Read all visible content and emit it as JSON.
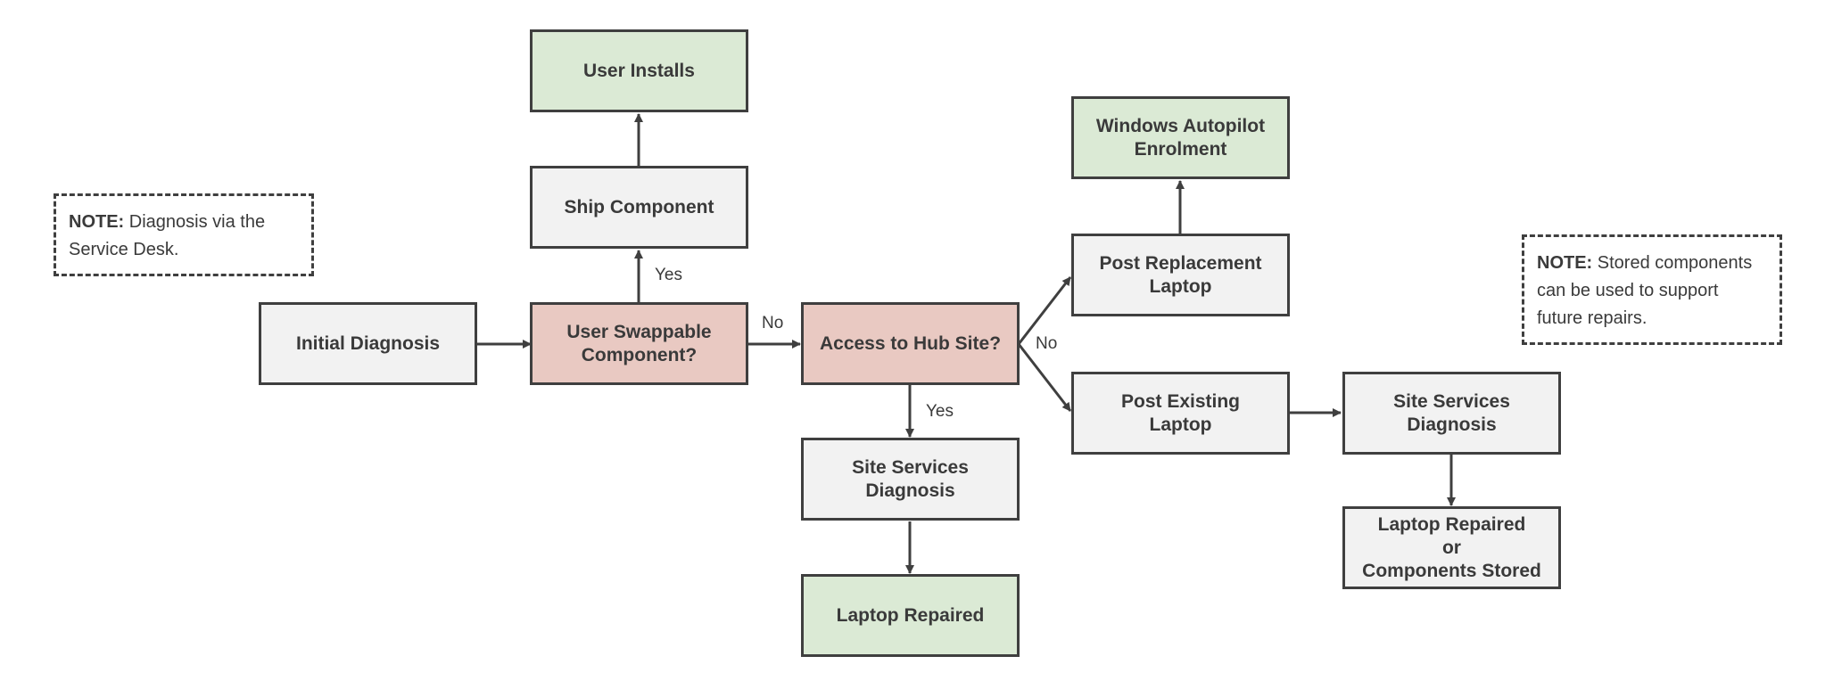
{
  "colors": {
    "stroke": "#3f3f3f",
    "action_fill": "#f2f2f2",
    "decision_fill": "#e9c9c2",
    "outcome_fill": "#dbead5"
  },
  "nodes": {
    "initial_diagnosis": "Initial Diagnosis",
    "user_swappable": "User Swappable\nComponent?",
    "ship_component": "Ship Component",
    "user_installs": "User Installs",
    "access_hub": "Access to Hub Site?",
    "site_services_1": "Site Services\nDiagnosis",
    "laptop_repaired": "Laptop Repaired",
    "post_replacement": "Post Replacement\nLaptop",
    "autopilot": "Windows Autopilot\nEnrolment",
    "post_existing": "Post Existing\nLaptop",
    "site_services_2": "Site Services\nDiagnosis",
    "repaired_or_stored": "Laptop Repaired\nor\nComponents Stored"
  },
  "edge_labels": {
    "swappable_yes": "Yes",
    "swappable_no": "No",
    "hub_yes": "Yes",
    "hub_no": "No"
  },
  "notes": {
    "left": {
      "prefix": "NOTE:",
      "text": " Diagnosis via the Service Desk."
    },
    "right": {
      "prefix": "NOTE:",
      "text": " Stored components can be used to support future repairs."
    }
  }
}
